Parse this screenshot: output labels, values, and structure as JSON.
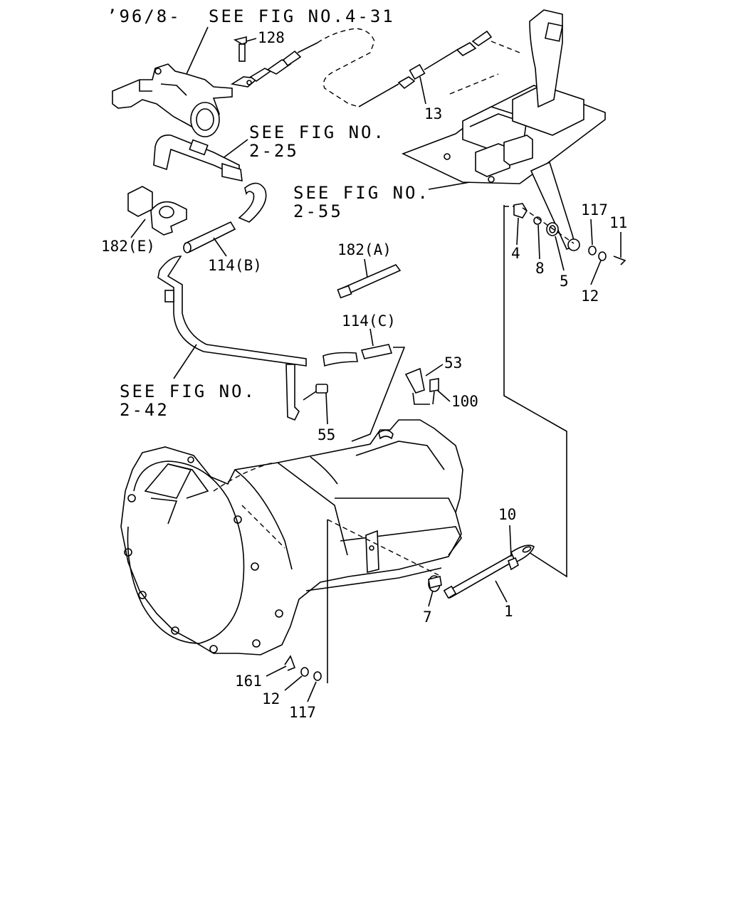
{
  "header": {
    "date_code": "’96/8-"
  },
  "refs": {
    "fig_4_31": "SEE FIG NO.4-31",
    "fig_2_25_a": "SEE FIG NO.",
    "fig_2_25_b": "2-25",
    "fig_2_55_a": "SEE FIG NO.",
    "fig_2_55_b": "2-55",
    "fig_2_42_a": "SEE FIG NO.",
    "fig_2_42_b": "2-42"
  },
  "callouts": {
    "p128": "128",
    "p13": "13",
    "p182e": "182(E)",
    "p114b": "114(B)",
    "p182a": "182(A)",
    "p114c": "114(C)",
    "p53": "53",
    "p100": "100",
    "p55": "55",
    "p4": "4",
    "p8": "8",
    "p5": "5",
    "p117_top": "117",
    "p11": "11",
    "p12_top": "12",
    "p10": "10",
    "p7": "7",
    "p1": "1",
    "p161": "161",
    "p12_bot": "12",
    "p117_bot": "117"
  }
}
